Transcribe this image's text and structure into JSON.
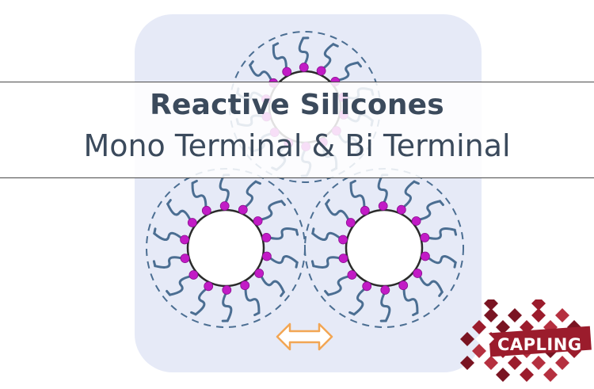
{
  "title": "Reactive Silicones",
  "subtitle": "Mono Terminal & Bi Terminal",
  "logo": {
    "text": "CAPLING",
    "color": "#9b1c2c"
  },
  "colors": {
    "panel": "#e6eaf7",
    "chain": "#4b6e92",
    "bead": "#c21bc6",
    "particle_outline": "#2a2a2a",
    "arrow": "#f2a654",
    "text": "#3b4a5c"
  },
  "icons": [
    "double-arrow-icon",
    "capling-logo-icon"
  ]
}
